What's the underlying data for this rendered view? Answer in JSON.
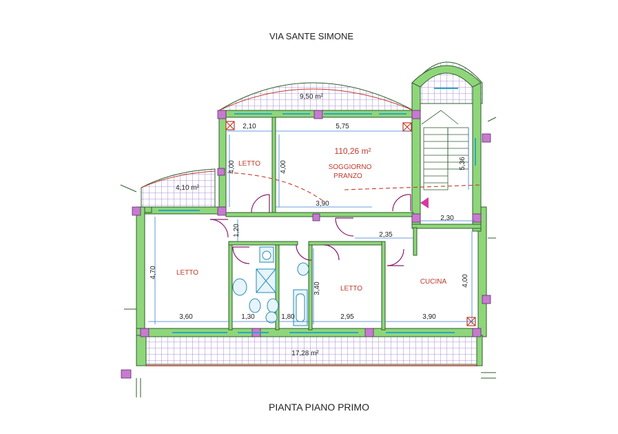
{
  "street": "VIA SANTE SIMONE",
  "caption": "PIANTA PIANO PRIMO",
  "total_area": "110,26 m²",
  "colors": {
    "wall_fill": "#8fd67a",
    "wall_stroke": "#2e5c2e",
    "dimension": "#3a7bd5",
    "room_label": "#c0392b",
    "door": "#8a1c6e",
    "terrace_grid": "#8e6fc9",
    "window": "#2aa6c9",
    "column": "#c77ad0",
    "marker": "#d63aa0"
  },
  "rooms": {
    "letto_1": "LETTO",
    "soggiorno": "SOGGIORNO",
    "pranzo": "PRANZO",
    "letto_2": "LETTO",
    "letto_3": "LETTO",
    "cucina": "CUCINA"
  },
  "terraces": {
    "north": "9,50 m²",
    "west": "4,10 m²",
    "south": "17,28 m²"
  },
  "dimensions": {
    "d_2_10": "2,10",
    "d_5_75": "5,75",
    "d_4_00_a": "4,00",
    "d_4_00_b": "4,00",
    "d_3_90_a": "3,90",
    "d_5_36": "5,36",
    "d_2_30": "2,30",
    "d_1_20": "1,20",
    "d_2_35": "2,35",
    "d_4_70": "4,70",
    "d_3_40": "3,40",
    "d_4_00_c": "4,00",
    "d_3_60": "3,60",
    "d_1_30": "1,30",
    "d_1_80": "1,80",
    "d_2_95": "2,95",
    "d_3_90_b": "3,90"
  }
}
